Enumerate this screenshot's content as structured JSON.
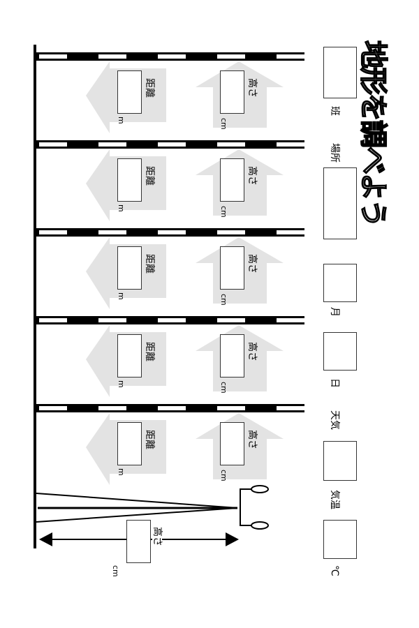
{
  "header": {
    "title": "地形を調べよう",
    "group_label": "班",
    "place_label": "場所",
    "month_label": "月",
    "day_label": "日",
    "weather_label": "天気",
    "temperature_label": "気温",
    "temperature_unit": "℃"
  },
  "sections": [
    {
      "height_label": "高さ",
      "height_unit": "cm",
      "distance_label": "距離",
      "distance_unit": "m"
    },
    {
      "height_label": "高さ",
      "height_unit": "cm",
      "distance_label": "距離",
      "distance_unit": "m"
    },
    {
      "height_label": "高さ",
      "height_unit": "cm",
      "distance_label": "距離",
      "distance_unit": "m"
    },
    {
      "height_label": "高さ",
      "height_unit": "cm",
      "distance_label": "距離",
      "distance_unit": "m"
    },
    {
      "height_label": "高さ",
      "height_unit": "cm",
      "distance_label": "距離",
      "distance_unit": "m"
    }
  ],
  "instrument": {
    "height_label": "高さ",
    "height_unit": "cm"
  },
  "colors": {
    "arrow_fill": "#e3e3e3",
    "line": "#000000"
  }
}
